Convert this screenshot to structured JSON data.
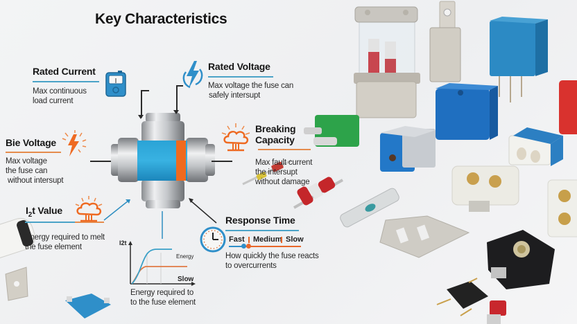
{
  "title": "Key Characteristics",
  "colors": {
    "blue": "#2f8fc1",
    "orange": "#e8672a",
    "text": "#161616",
    "background": "#f1f2f3"
  },
  "characteristics": {
    "rated_current": {
      "heading": "Rated Current",
      "description_lines": [
        "Max continuous",
        "load current"
      ],
      "icon": "ammeter-icon"
    },
    "rated_voltage": {
      "heading": "Rated Voltage",
      "description_lines": [
        "Max voltage the fuse can",
        "safely intersupt"
      ],
      "icon": "lightning-bolt-icon"
    },
    "bie_voltage": {
      "heading": "Bie Voltage",
      "description_lines": [
        "Max voltage",
        "the fuse can",
        "without intersupt"
      ],
      "icon": "spark-bolt-icon"
    },
    "breaking_capacity": {
      "heading_lines": [
        "Breaking",
        "Capacity"
      ],
      "description_lines": [
        "Max fault current",
        "the intersupt",
        "without damage"
      ],
      "icon": "explosion-cloud-icon"
    },
    "i2t_value": {
      "heading_main": "I",
      "heading_sub": "2",
      "heading_rest": "t Value",
      "description_lines": [
        "Energy required to melt",
        "the fuse element"
      ],
      "icon": "explosion-cloud-icon"
    },
    "response_time": {
      "heading": "Response Time",
      "speeds": [
        "Fast",
        "Medium",
        "Slow"
      ],
      "description_lines": [
        "How quickly the fuse reacts",
        "to overcurrents"
      ],
      "icon": "clock-icon"
    }
  },
  "mini_chart": {
    "y_label": "I2t",
    "series_label": "Energy",
    "x_label": "Slow",
    "caption_lines": [
      "Energy required to",
      "to the fuse element"
    ]
  },
  "product_photos": {
    "description": "Assorted fuse holders and fuse components"
  }
}
